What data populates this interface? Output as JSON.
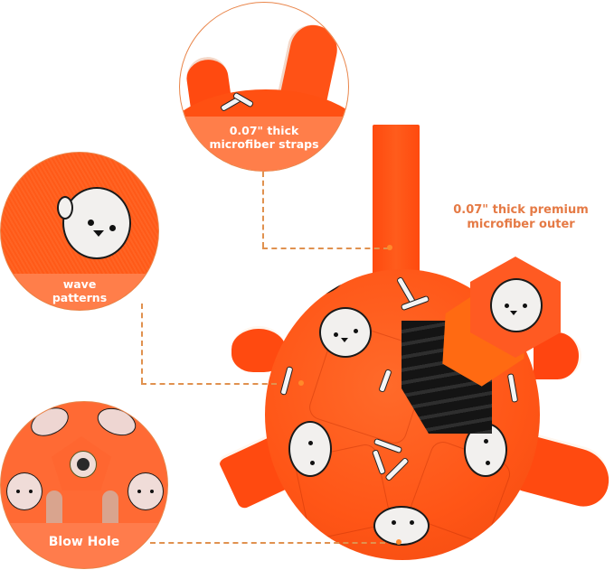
{
  "callouts": {
    "straps": {
      "label": "0.07\" thick microfiber straps"
    },
    "wave": {
      "label_line1": "wave",
      "label_line2": "patterns"
    },
    "blowhole": {
      "label": "Blow Hole"
    },
    "outer": {
      "label_line1": "0.07\" thick premium",
      "label_line2": "microfiber outer"
    }
  },
  "straps_lines": {
    "line1": "0.07\" thick",
    "line2": "microfiber straps"
  },
  "colors": {
    "ball_orange": "#ff5a1a",
    "band_orange": "#ff7e4a",
    "label_text": "#e57a45",
    "dash_line": "#e0914f",
    "inner_black": "#1e1e1e"
  },
  "icons": {
    "dog_face": "dog-face-icon",
    "bone": "bone-icon",
    "cat_face": "cat-face-icon",
    "valve": "valve-icon"
  }
}
